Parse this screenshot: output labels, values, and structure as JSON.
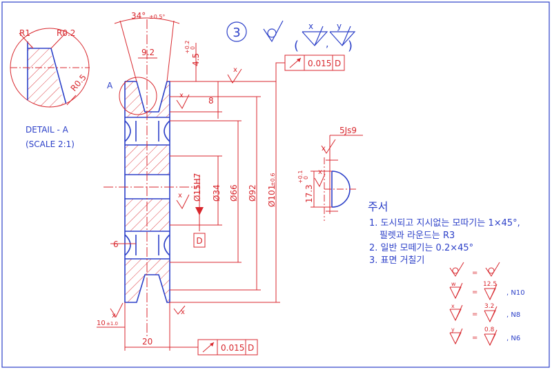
{
  "colors": {
    "part_outline": "#2b3fc8",
    "annotation": "#d8262c",
    "background": "#ffffff"
  },
  "detail": {
    "title": "DETAIL - A",
    "scale": "(SCALE 2:1)",
    "r1": "R1",
    "r02": "R0.2",
    "r05": "R0.5"
  },
  "view_label": "A",
  "dims": {
    "angle": "34°",
    "angle_tol": "±0.5°",
    "groove_top": "9.2",
    "depth": "4.5",
    "depth_tol_up": "+0.2",
    "depth_tol_low": "0",
    "groove_pitch": "8",
    "d15": "Ø15H7",
    "d34": "Ø34",
    "d66": "Ø66",
    "d92": "Ø92",
    "d101": "Ø101",
    "d101_tol": "±0.6",
    "hub_6": "6",
    "width_20": "20",
    "ten": "10",
    "ten_tol": "±1.0",
    "keyway_width": "5Js9",
    "keyway_depth": "17.3",
    "kd_tol_up": "+0.1",
    "kd_tol_low": "0"
  },
  "tolerance_frames": [
    {
      "value": "0.015",
      "datum": "D"
    },
    {
      "value": "0.015",
      "datum": "D"
    }
  ],
  "datum_label": "D",
  "surface": {
    "item_no": "3",
    "x": "x",
    "y": "y",
    "w": "w"
  },
  "notes": {
    "heading": "주서",
    "items": [
      "1. 도시되고 지시없는 모따기는 1×45°,",
      "필렛과 라운드는 R3",
      "2. 일반 모떼기는 0.2×45°",
      "3. 표면 거칠기"
    ]
  },
  "roughness_legend": [
    {
      "symbol": "w",
      "value": "12.5",
      "grade": ", N10"
    },
    {
      "symbol": "x",
      "value": "3.2",
      "grade": ", N8"
    },
    {
      "symbol": "y",
      "value": "0.8",
      "grade": ", N6"
    }
  ],
  "equals": "="
}
